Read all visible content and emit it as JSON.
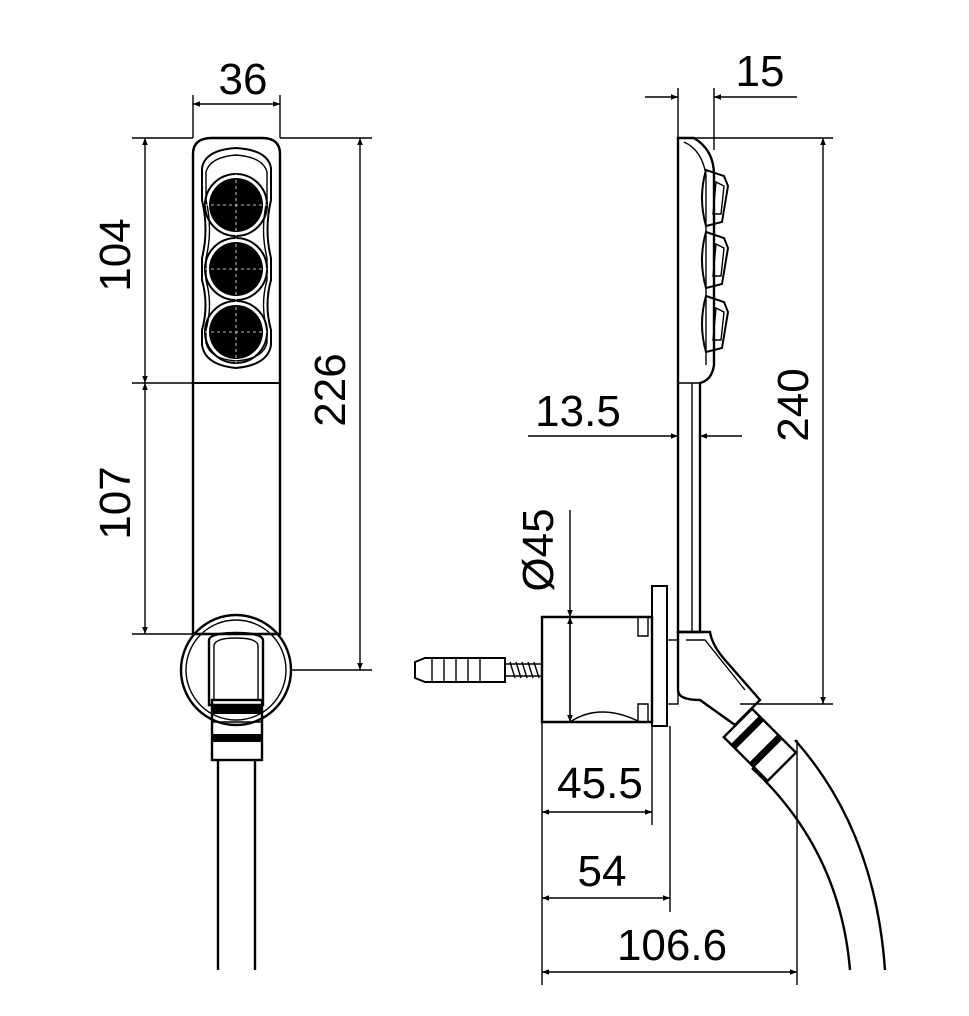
{
  "dimensions": {
    "front_width": "36",
    "head_length": "104",
    "handle_length": "107",
    "total_length": "226",
    "side_depth": "15",
    "handle_thickness": "13.5",
    "overall_height": "240",
    "bracket_diameter": "Ø45",
    "bracket_depth": "45.5",
    "bracket_offset": "54",
    "total_projection": "106.6"
  },
  "colors": {
    "line": "#000000",
    "background": "#ffffff"
  }
}
